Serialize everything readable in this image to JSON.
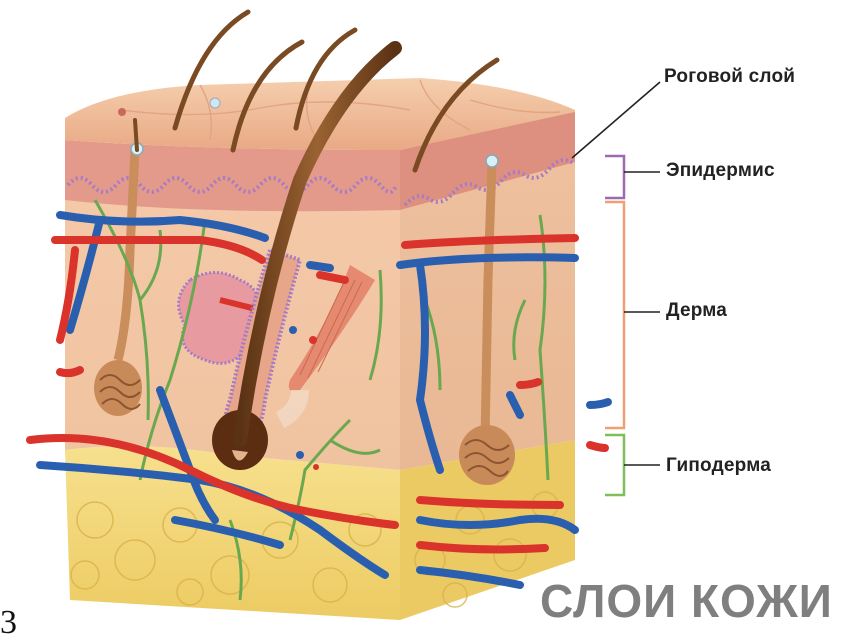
{
  "labels": {
    "stratum_corneum": "Роговой слой",
    "epidermis": "Эпидермис",
    "dermis": "Дерма",
    "hypodermis": "Гиподерма"
  },
  "title": "СЛОИ КОЖИ",
  "corner_mark": "3",
  "colors": {
    "epidermis_bracket": "#9b6ab0",
    "dermis_bracket": "#f0a070",
    "hypodermis_bracket": "#7fbf5a",
    "artery": "#d9332b",
    "vein": "#2a5fb0",
    "nerve": "#6aa84f",
    "fat": "#f3d77a",
    "skin_surface": "#f1c09c",
    "hair": "#7a4a22",
    "title_gray": "#7f7f7f"
  }
}
